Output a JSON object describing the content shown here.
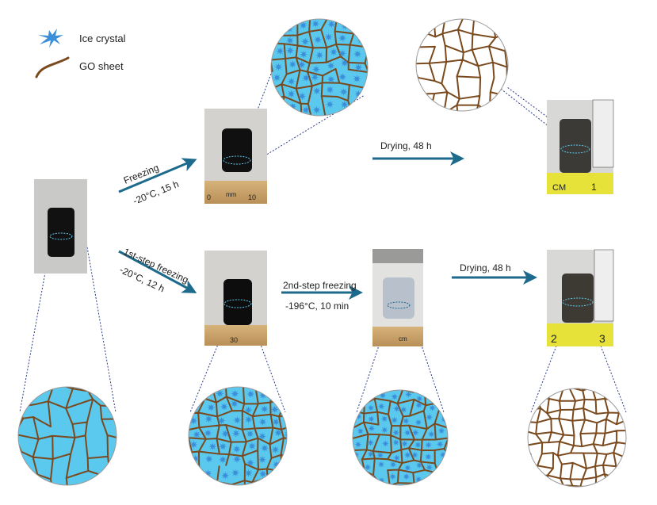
{
  "legend": {
    "ice_crystal": "Ice crystal",
    "go_sheet": "GO sheet"
  },
  "steps": {
    "freezing": "Freezing",
    "freezing_cond": "-20°C, 15 h",
    "drying_top": "Drying, 48 h",
    "first_step": "1st-step freezing",
    "first_step_cond": "-20°C, 12 h",
    "second_step": "2nd-step freezing",
    "second_step_cond": "-196°C, 10 min",
    "drying_bottom": "Drying, 48 h"
  },
  "rulers": {
    "top_mid": {
      "a": "0",
      "unit": "mm",
      "b": "10"
    },
    "top_right": {
      "unit": "CM",
      "b": "1"
    },
    "bot_mid": {
      "b": "30"
    },
    "bot_frozen": {
      "unit": "cm"
    },
    "bot_right": {
      "a": "2",
      "b": "3"
    }
  },
  "colors": {
    "ice": "#5bc8ee",
    "crystal": "#3a8fd8",
    "sheet": "#7a4a1e",
    "arrow": "#1d6a8c",
    "dotted": "#2a3a8c"
  }
}
